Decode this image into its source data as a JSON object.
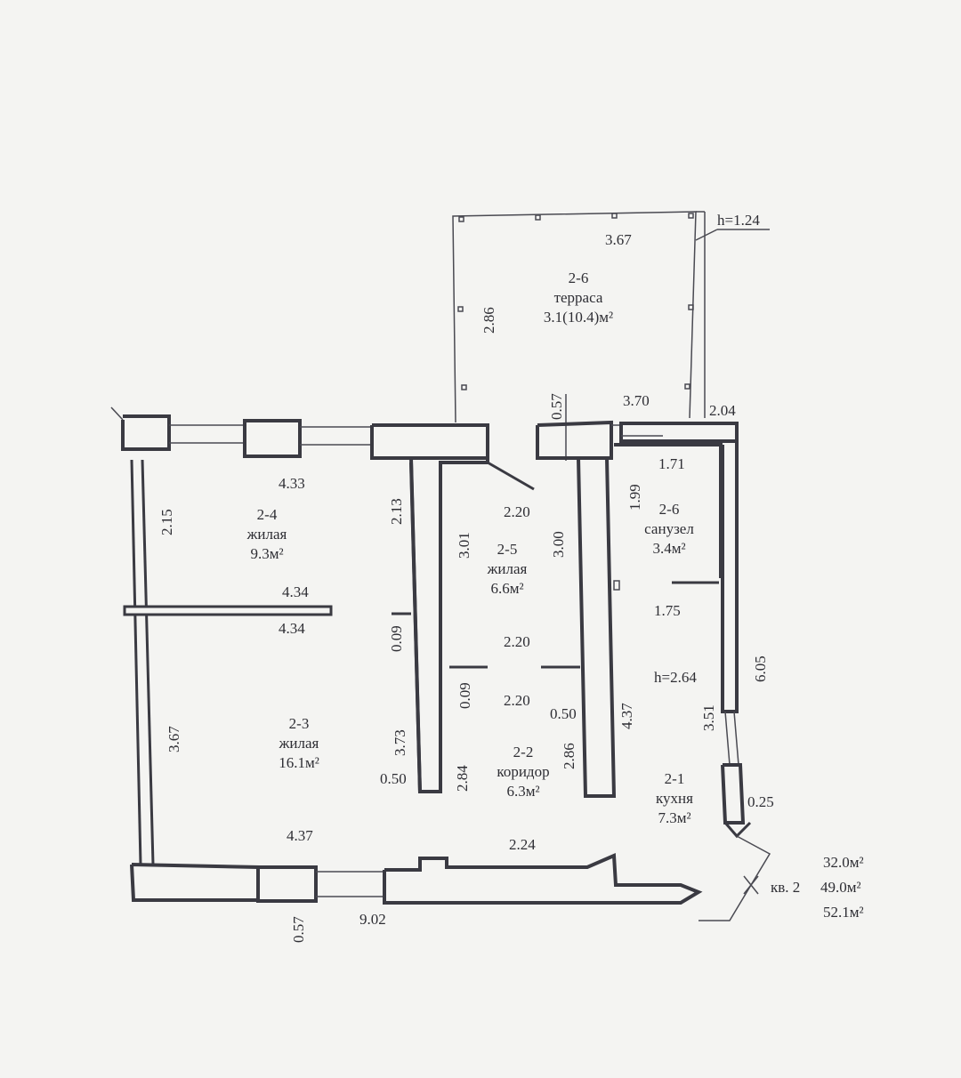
{
  "rooms": {
    "terrace": {
      "id": "2-6",
      "name": "терраса",
      "area": "3.1(10.4)м²"
    },
    "bathroom": {
      "id": "2-6",
      "name": "санузел",
      "area": "3.4м²"
    },
    "living_24": {
      "id": "2-4",
      "name": "жилая",
      "area": "9.3м²"
    },
    "living_25": {
      "id": "2-5",
      "name": "жилая",
      "area": "6.6м²"
    },
    "living_23": {
      "id": "2-3",
      "name": "жилая",
      "area": "16.1м²"
    },
    "corridor": {
      "id": "2-2",
      "name": "коридор",
      "area": "6.3м²"
    },
    "kitchen": {
      "id": "2-1",
      "name": "кухня",
      "area": "7.3м²"
    }
  },
  "dims": {
    "terrace_width": "3.67",
    "terrace_height_mark": "h=1.24",
    "terrace_depth": "2.86",
    "d_057_top": "0.57",
    "d_370": "3.70",
    "d_204": "2.04",
    "d_433": "4.33",
    "d_215": "2.15",
    "d_213": "2.13",
    "d_301": "3.01",
    "d_220_a": "2.20",
    "d_300": "3.00",
    "d_199": "1.99",
    "d_171": "1.71",
    "d_434_a": "4.34",
    "d_434_b": "4.34",
    "d_009_a": "0.09",
    "d_220_b": "2.20",
    "d_175": "1.75",
    "ceiling_height": "h=2.64",
    "d_605": "6.05",
    "d_009_b": "0.09",
    "d_220_c": "2.20",
    "d_050_a": "0.50",
    "d_437_v": "4.37",
    "d_351": "3.51",
    "d_367": "3.67",
    "d_373": "3.73",
    "d_284": "2.84",
    "d_286": "2.86",
    "d_050_b": "0.50",
    "d_025": "0.25",
    "d_437_h": "4.37",
    "d_224": "2.24",
    "d_057_bottom": "0.57",
    "d_902": "9.02"
  },
  "summary": {
    "apartment": "кв. 2",
    "areas": [
      "32.0м²",
      "49.0м²",
      "52.1м²"
    ]
  }
}
